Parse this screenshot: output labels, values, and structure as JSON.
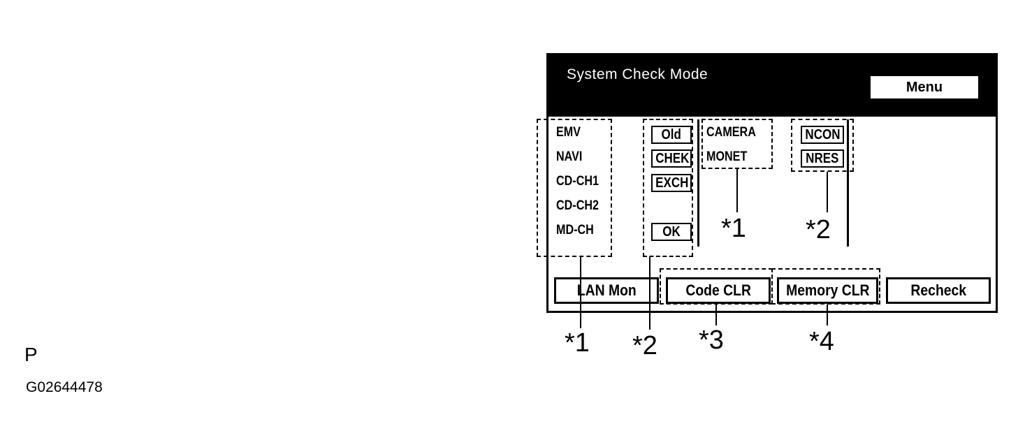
{
  "screen": {
    "title": "System Check Mode",
    "menu_label": "Menu"
  },
  "devices": [
    "EMV",
    "NAVI",
    "CD-CH1",
    "CD-CH2",
    "MD-CH"
  ],
  "status_codes": {
    "emv": "Old",
    "navi": "CHEK",
    "cdch1": "EXCH",
    "mdch": "OK"
  },
  "sub_devices": [
    "CAMERA",
    "MONET"
  ],
  "sub_codes": [
    "NCON",
    "NRES"
  ],
  "buttons": {
    "lan_mon": "LAN Mon",
    "code_clr": "Code CLR",
    "memory_clr": "Memory CLR",
    "recheck": "Recheck"
  },
  "callouts": {
    "inner_1": "*1",
    "inner_2": "*2",
    "bottom_1": "*1",
    "bottom_2": "*2",
    "bottom_3": "*3",
    "bottom_4": "*4"
  },
  "page_code": "P",
  "figure_id": "G02644478"
}
